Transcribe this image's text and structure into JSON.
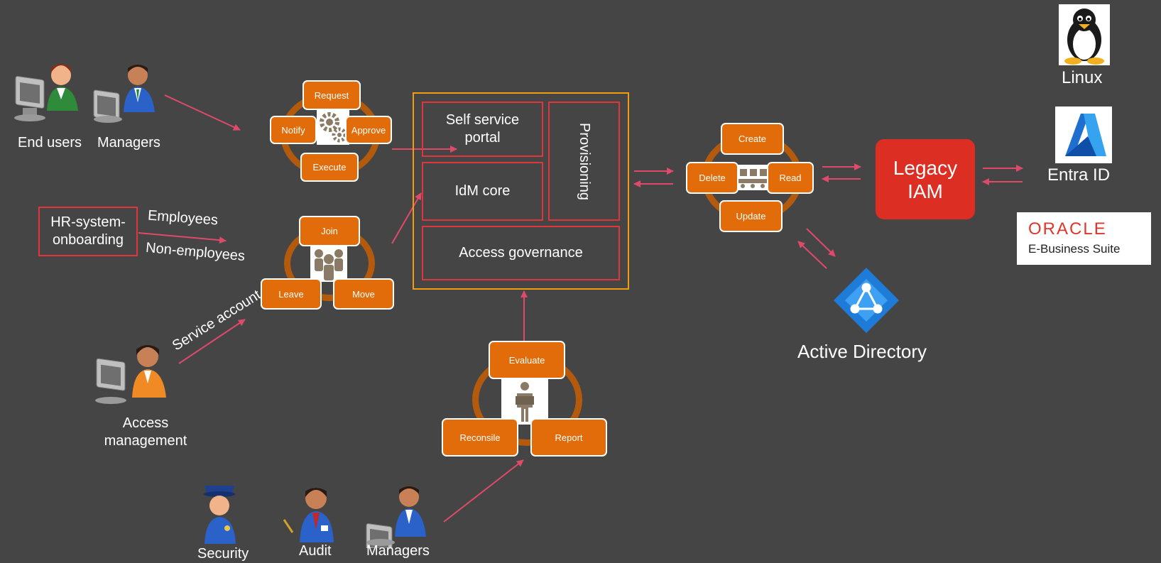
{
  "actors": {
    "end_users": "End users",
    "managers_top": "Managers",
    "access_management": "Access\nmanagement",
    "security": "Security",
    "audit": "Audit",
    "managers_bottom": "Managers"
  },
  "hr": {
    "box": "HR-system-\nonboarding",
    "employees": "Employees",
    "non_employees": "Non-employees"
  },
  "service_account": "Service account",
  "request_cycle": {
    "request": "Request",
    "notify": "Notify",
    "approve": "Approve",
    "execute": "Execute"
  },
  "lifecycle": {
    "join": "Join",
    "leave": "Leave",
    "move": "Move"
  },
  "review_cycle": {
    "evaluate": "Evaluate",
    "reconsile": "Reconsile",
    "report": "Report"
  },
  "crud": {
    "create": "Create",
    "delete": "Delete",
    "read": "Read",
    "update": "Update"
  },
  "idm": {
    "self_service": "Self service\nportal",
    "core": "IdM core",
    "provisioning": "Provisioning",
    "governance": "Access governance"
  },
  "legacy": "Legacy\nIAM",
  "targets": {
    "linux": "Linux",
    "entra": "Entra ID",
    "oracle_brand": "ORACLE",
    "oracle_product": "E-Business Suite",
    "active_directory": "Active Directory"
  },
  "colors": {
    "background": "#454545",
    "orange": "#e36c0a",
    "red_border": "#e0353a",
    "arrow": "#e04a6a",
    "legacy": "#dd2e23",
    "container": "#f39c12"
  }
}
